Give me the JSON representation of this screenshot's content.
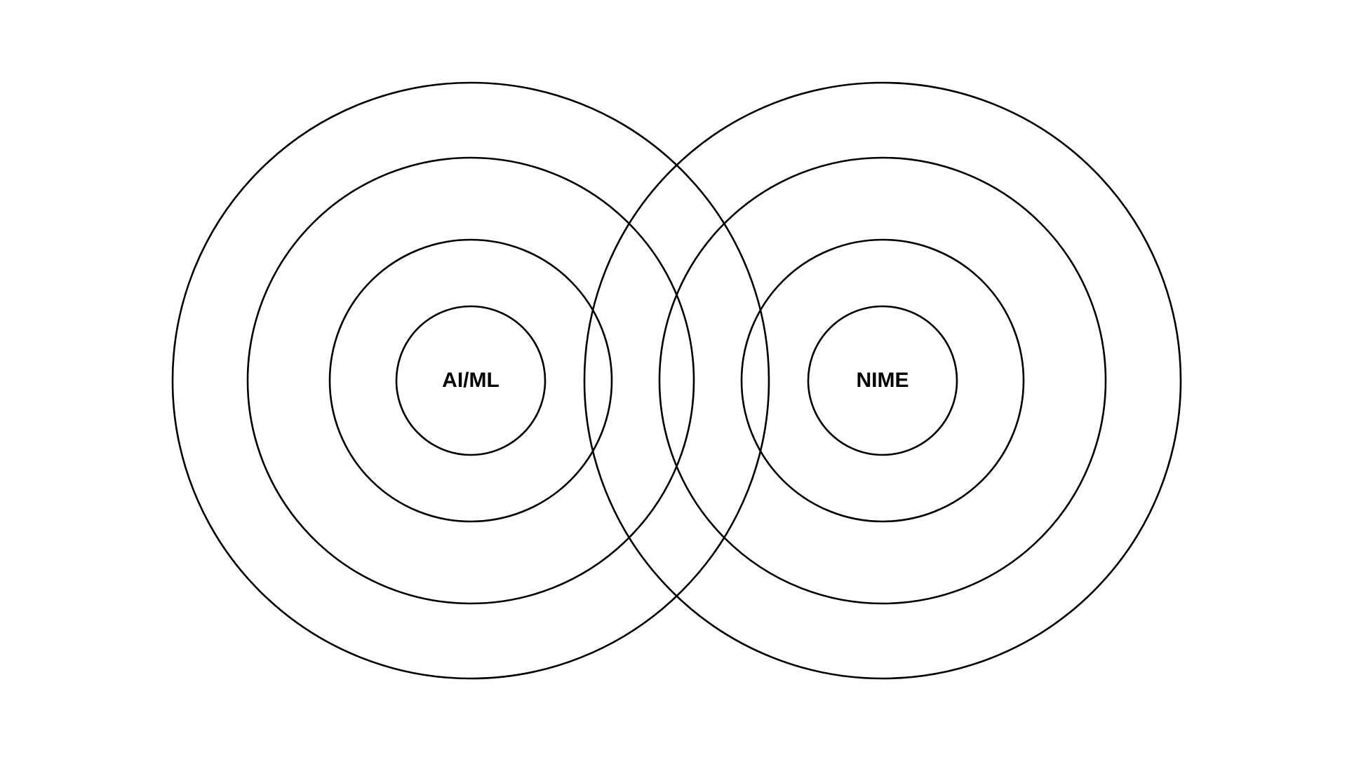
{
  "diagram": {
    "background_color": "#ffffff",
    "stroke_color": "#000000",
    "groups": [
      {
        "label": "AI/ML",
        "ring_count": 4
      },
      {
        "label": "NIME",
        "ring_count": 4
      }
    ]
  }
}
